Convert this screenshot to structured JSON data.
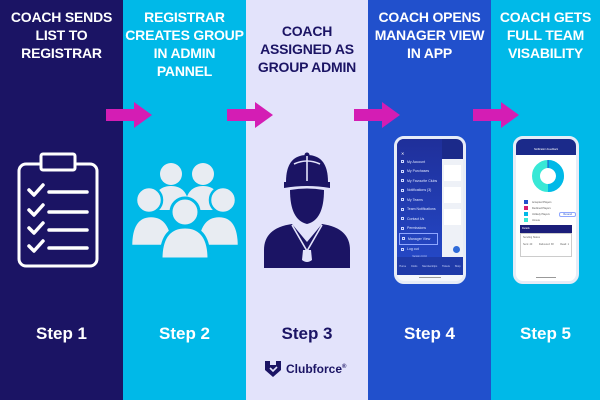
{
  "steps": [
    {
      "title": "COACH SENDS LIST TO REGISTRAR",
      "title_lines": [
        "COACH SENDS",
        "LIST TO",
        "REGISTRAR"
      ],
      "label": "Step 1",
      "icon": "clipboard-checklist-icon",
      "background": "#1b1464"
    },
    {
      "title": "REGISTRAR CREATES GROUP IN ADMIN PANNEL",
      "title_lines": [
        "REGISTRAR",
        "CREATES GROUP",
        "IN ADMIN",
        "PANNEL"
      ],
      "label": "Step 2",
      "icon": "group-people-icon",
      "background": "#00b9e8"
    },
    {
      "title": "COACH ASSIGNED AS GROUP ADMIN",
      "title_lines": [
        "COACH",
        "ASSIGNED AS",
        "GROUP ADMIN"
      ],
      "label": "Step 3",
      "icon": "coach-with-whistle-icon",
      "background": "#e3e3fb"
    },
    {
      "title": "COACH OPENS MANAGER VIEW IN APP",
      "title_lines": [
        "COACH OPENS",
        "MANAGER VIEW",
        "IN APP"
      ],
      "label": "Step 4",
      "icon": "phone-app-menu-screenshot",
      "background": "#2150cc"
    },
    {
      "title": "COACH GETS FULL TEAM VISABILITY",
      "title_lines": [
        "COACH GETS",
        "FULL TEAM",
        "VISABILITY"
      ],
      "label": "Step 5",
      "icon": "phone-dashboard-screenshot",
      "background": "#00b9e8"
    }
  ],
  "arrow_color": "#d41db4",
  "brand": {
    "name": "Clubforce",
    "registered": "®",
    "icon": "clubforce-shield-logo-icon",
    "color": "#1b1464"
  },
  "phone_step4": {
    "menu_items": [
      "My Account",
      "My Purchases",
      "My Favourite Clubs",
      "Notifications (3)",
      "My Teams",
      "Team Notifications",
      "Contact Us",
      "Permissions",
      "Manager View",
      "Log out"
    ],
    "active_item": "Manager View",
    "version": "Version 0.0.0",
    "tabs": [
      "Home",
      "Clubs",
      "Memberships",
      "Tickets",
      "Shop"
    ]
  },
  "phone_step5": {
    "header": "Notification Feedback",
    "legend": [
      "Accepted Players",
      "Declined Players",
      "Unlikely Players",
      "Unsure"
    ],
    "legend_colors": [
      "#2150cc",
      "#d41d6e",
      "#00b9e8",
      "#38e8d6"
    ],
    "donut_colors": [
      "#00b9e8",
      "#38e8d6"
    ],
    "resend_label": "Resend",
    "details_label": "Details",
    "section_label": "Sending Status",
    "stats": [
      "Sent: 40",
      "Delivered: 38",
      "Read: 1"
    ]
  }
}
